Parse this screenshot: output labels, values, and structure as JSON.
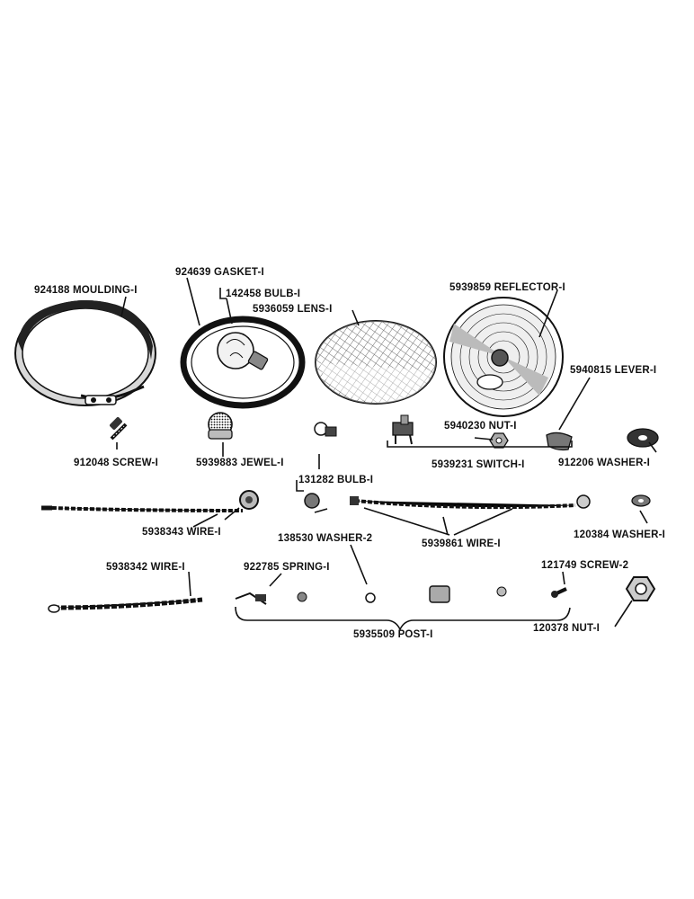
{
  "diagram": {
    "callouts": {
      "moulding": "924188 MOULDING-I",
      "gasket": "924639 GASKET-I",
      "bulb_large": "142458 BULB-I",
      "lens": "5936059 LENS-I",
      "reflector": "5939859 REFLECTOR-I",
      "lever": "5940815 LEVER-I",
      "screw_912048": "912048 SCREW-I",
      "jewel": "5939883 JEWEL-I",
      "nut_5940230": "5940230 NUT-I",
      "switch": "5939231 SWITCH-I",
      "washer_912206": "912206 WASHER-I",
      "bulb_small": "131282 BULB-I",
      "wire_5938343": "5938343 WIRE-I",
      "washer_138530": "138530 WASHER-2",
      "wire_5939861": "5939861 WIRE-I",
      "washer_120384": "120384 WASHER-I",
      "wire_5938342": "5938342 WIRE-I",
      "spring": "922785 SPRING-I",
      "screw_121749": "121749 SCREW-2",
      "post": "5935509 POST-I",
      "nut_120378": "120378 NUT-I"
    }
  }
}
